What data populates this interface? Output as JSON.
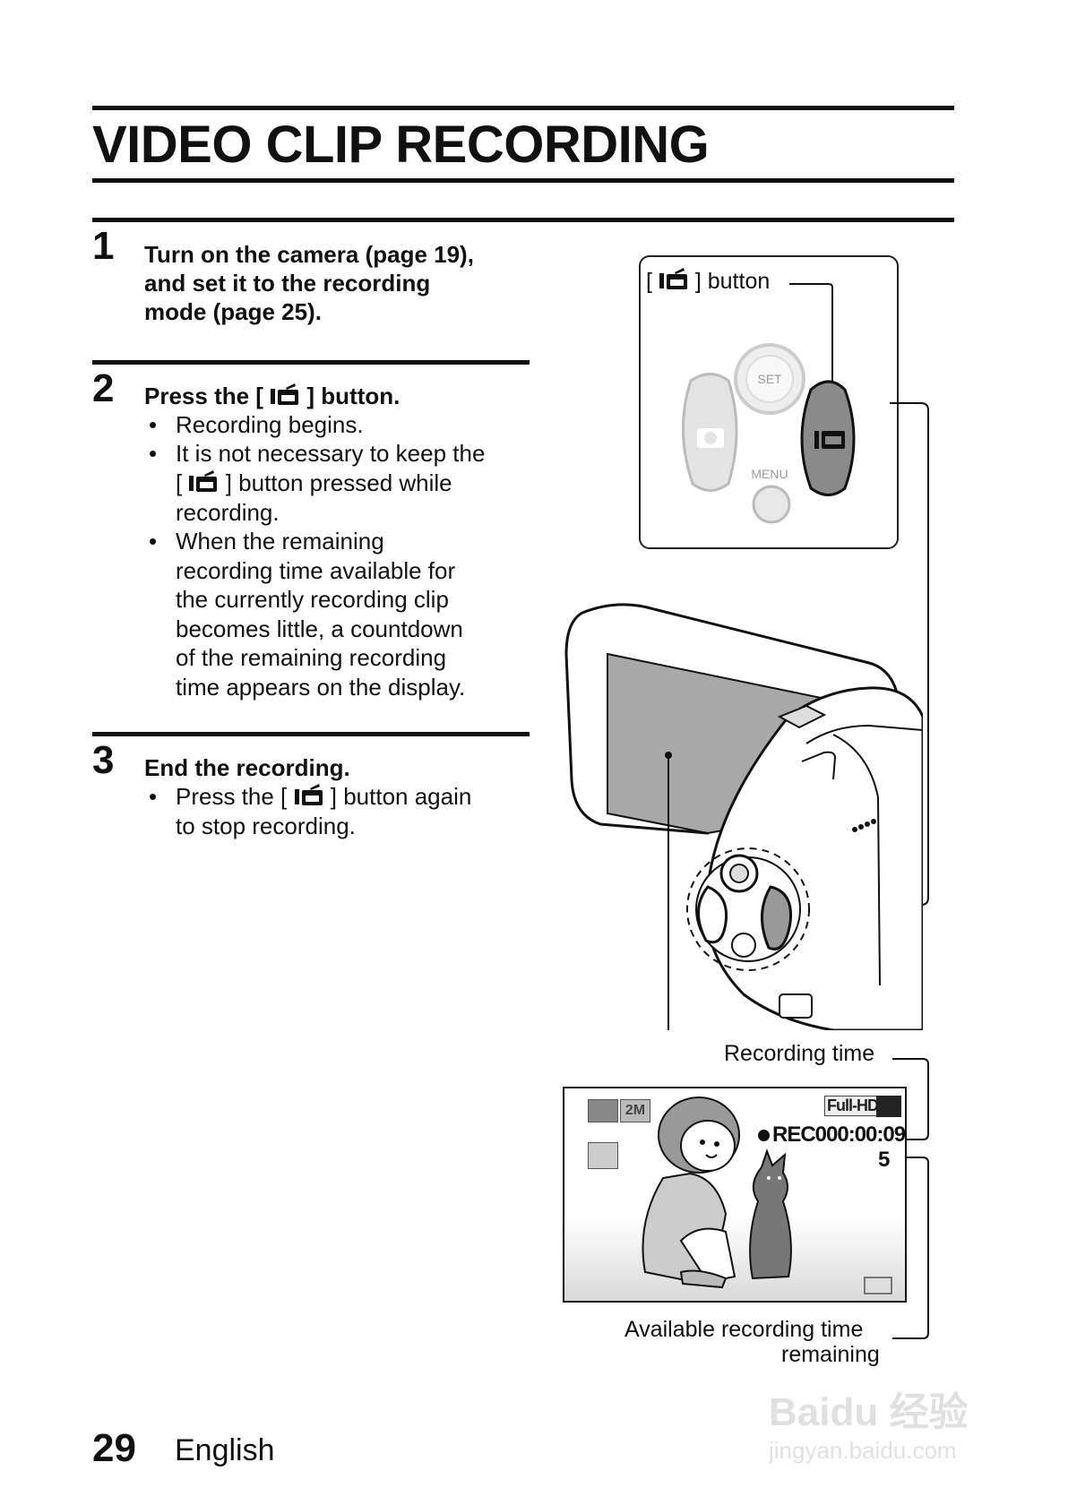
{
  "title": "VIDEO CLIP RECORDING",
  "step1": {
    "number": "1",
    "lines": [
      "Turn on the camera (page 19),",
      "and set it to the recording",
      "mode (page 25)."
    ]
  },
  "step2": {
    "number": "2",
    "head_pre": "Press the [",
    "head_post": "] button.",
    "bullet1": "Recording begins.",
    "bullet2_l1": "It is not necessary to keep the",
    "bullet2_l2_pre": "[",
    "bullet2_l2_post": "] button pressed while",
    "bullet2_l3": "recording.",
    "bullet3_lines": [
      "When the remaining",
      "recording time available for",
      "the currently recording clip",
      "becomes little, a countdown",
      "of the remaining recording",
      "time appears on the display."
    ]
  },
  "step3": {
    "number": "3",
    "head": "End the recording.",
    "bullet_l1_pre": "Press the [",
    "bullet_l1_post": "] button again",
    "bullet_l2": "to stop recording."
  },
  "bullet_char": "•",
  "figure": {
    "button_callout_pre": "[",
    "button_callout_post": "] button",
    "set_label": "SET",
    "menu_label": "MENU",
    "recording_time_label": "Recording time",
    "available_label_l1": "Available recording time",
    "available_label_l2": "remaining",
    "screen": {
      "fullhd": "Full-HD",
      "rec": "REC000:00:09",
      "countdown": "5",
      "size": "2M"
    }
  },
  "footer": {
    "page_number": "29",
    "language": "English"
  },
  "watermark": {
    "brand": "Baidu 经验",
    "url": "jingyan.baidu.com"
  }
}
